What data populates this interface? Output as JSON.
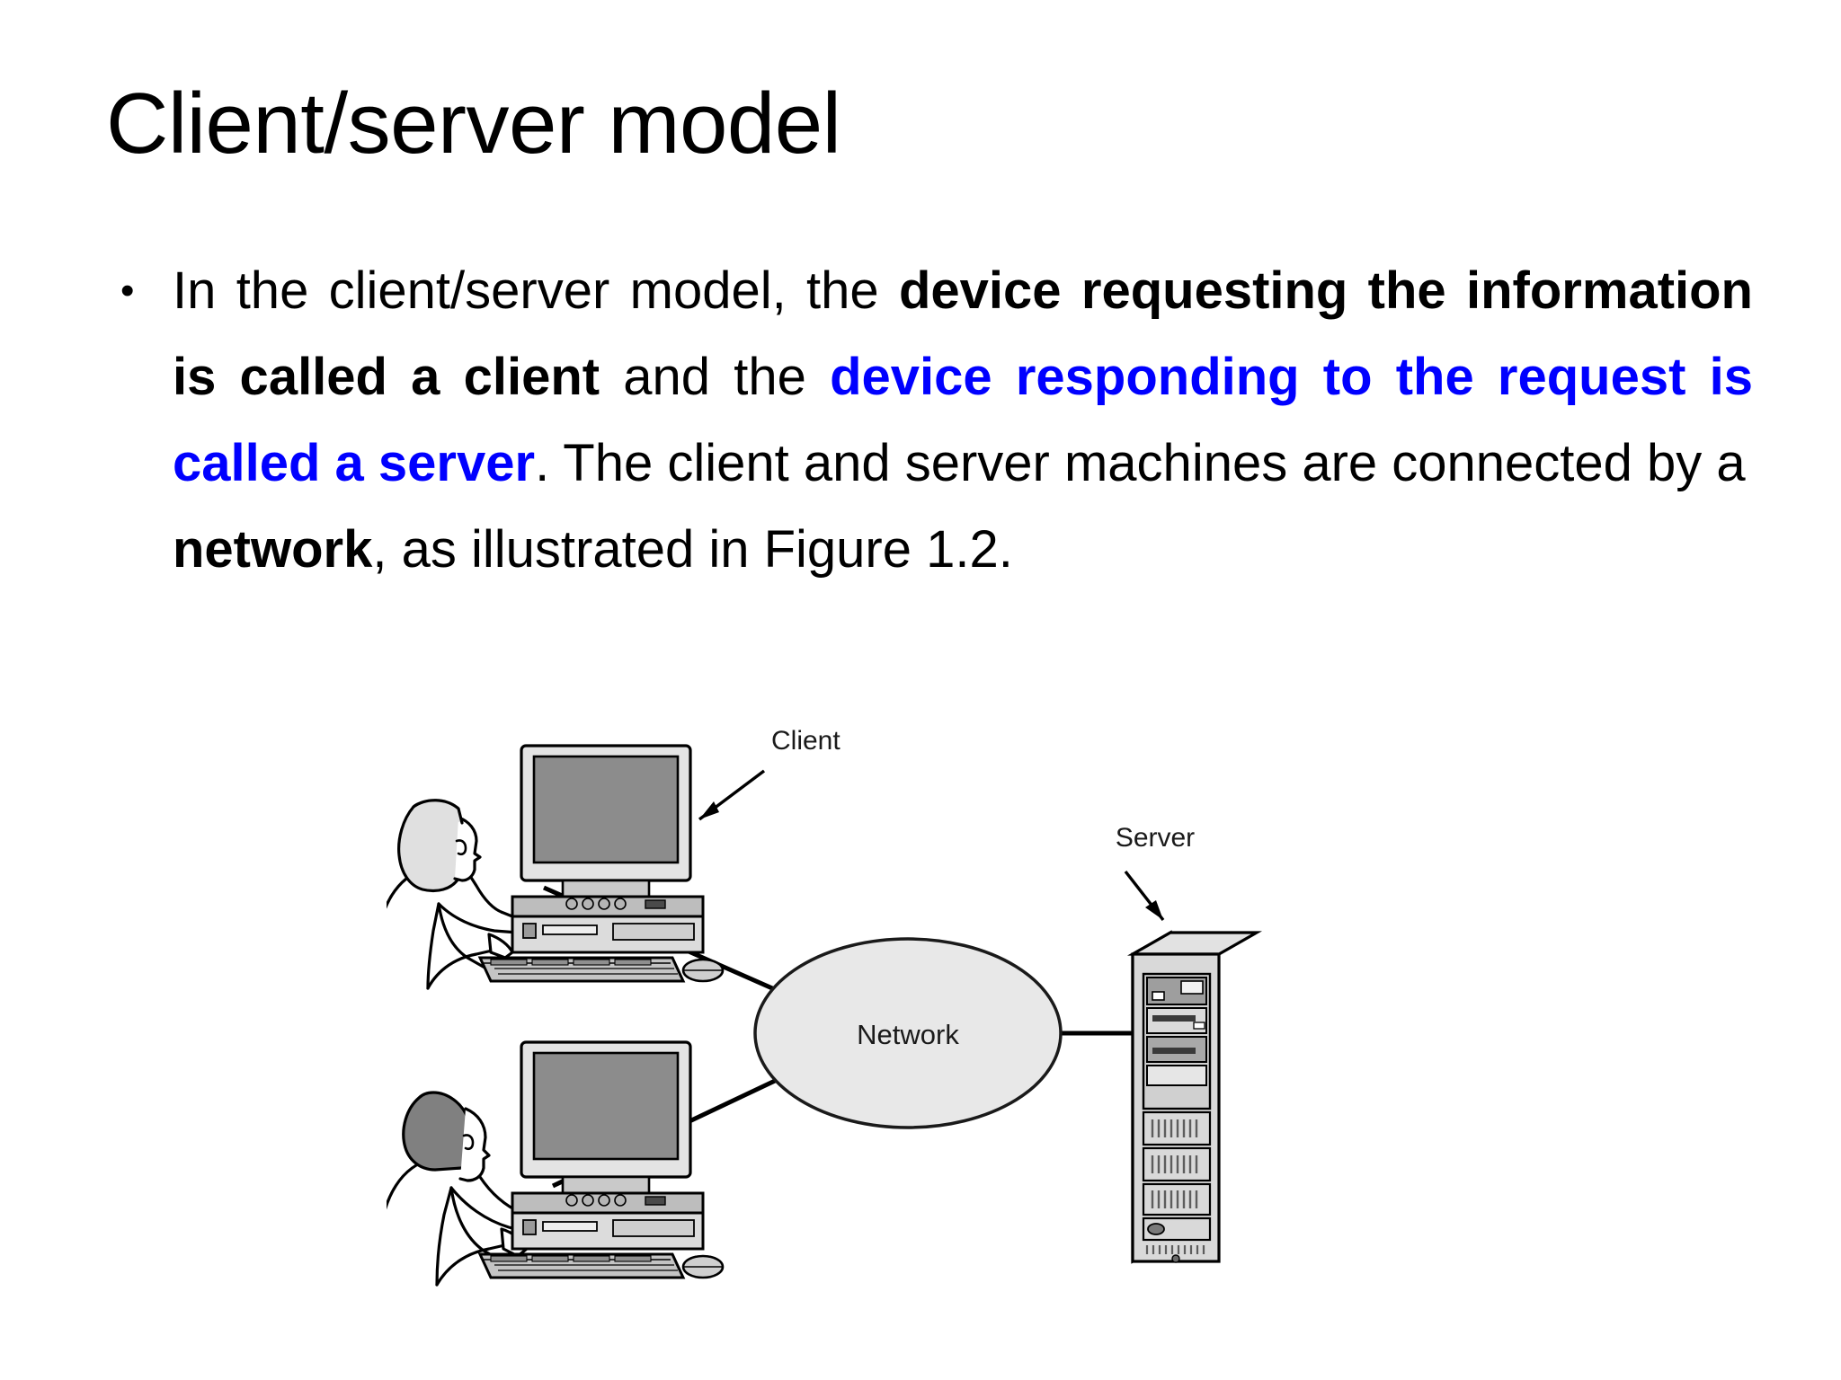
{
  "slide": {
    "title": "Client/server model",
    "bullet_marker": "•",
    "paragraph": {
      "runs": [
        {
          "text": "In the client/server model, the ",
          "style": "normal"
        },
        {
          "text": "device requesting the information is called a client",
          "style": "bold"
        },
        {
          "text": " and the ",
          "style": "normal"
        },
        {
          "text": "device responding to the request is called a server",
          "style": "bold-blue"
        },
        {
          "text": ".  The client and server machines are connected by a ",
          "style": "normal"
        },
        {
          "text": "network",
          "style": "bold"
        },
        {
          "text": ", as illustrated in Figure 1.2.",
          "style": "normal"
        }
      ],
      "plain": "In the client/server model, the device requesting the information is called a client and the device responding to the request is called a server.  The client and server machines are connected by a network, as illustrated in Figure 1.2."
    }
  },
  "figure": {
    "caption_reference": "Figure 1.2",
    "labels": {
      "client": "Client",
      "server": "Server",
      "network": "Network"
    },
    "nodes": [
      {
        "id": "client-top",
        "kind": "workstation-with-user",
        "label": "Client"
      },
      {
        "id": "client-bottom",
        "kind": "workstation-with-user",
        "label": ""
      },
      {
        "id": "network-cloud",
        "kind": "ellipse",
        "label": "Network"
      },
      {
        "id": "server-tower",
        "kind": "tower-computer",
        "label": "Server"
      }
    ],
    "links": [
      {
        "from": "client-top",
        "to": "network-cloud"
      },
      {
        "from": "client-bottom",
        "to": "network-cloud"
      },
      {
        "from": "network-cloud",
        "to": "server-tower"
      }
    ]
  },
  "colors": {
    "text": "#000000",
    "highlight_blue": "#0000ff",
    "background": "#ffffff",
    "network_fill": "#e8e8e8",
    "screen_gray": "#8c8c8c",
    "case_gray": "#d4d4d4",
    "outline": "#000000"
  }
}
